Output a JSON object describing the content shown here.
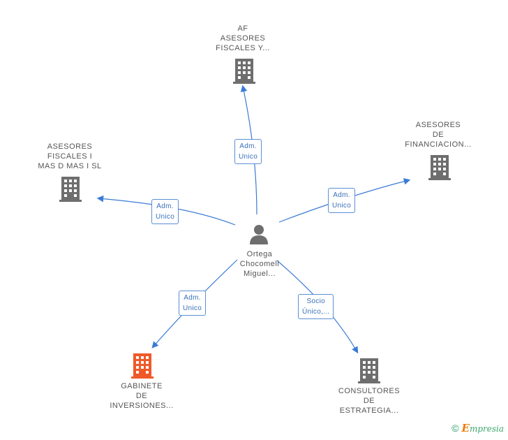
{
  "center": {
    "lines": [
      "Ortega",
      "Chocomeli",
      "Miguel..."
    ]
  },
  "nodes": {
    "af": {
      "lines": [
        "AF",
        "ASESORES",
        "FISCALES Y..."
      ]
    },
    "asesores_fin": {
      "lines": [
        "ASESORES",
        "DE",
        "FINANCIACION..."
      ]
    },
    "asesores_fiscales": {
      "lines": [
        "ASESORES",
        "FISCALES I",
        "MAS D MAS I SL"
      ]
    },
    "gabinete": {
      "lines": [
        "GABINETE",
        "DE",
        "INVERSIONES..."
      ]
    },
    "consultores": {
      "lines": [
        "CONSULTORES",
        "DE",
        "ESTRATEGIA..."
      ]
    }
  },
  "edges": {
    "af": [
      "Adm.",
      "Unico"
    ],
    "asesores_fin": [
      "Adm.",
      "Unico"
    ],
    "asesores_fiscales": [
      "Adm.",
      "Unico"
    ],
    "gabinete": [
      "Adm.",
      "Unico"
    ],
    "consultores": [
      "Socio",
      "Único,..."
    ]
  },
  "colors": {
    "edge": "#3a7bd5",
    "company_icon": "#6e6e6e",
    "highlight_icon": "#f05a28",
    "person_icon": "#6e6e6e"
  },
  "footer": {
    "copyright": "©",
    "brand_initial": "E",
    "brand_rest": "mpresia"
  }
}
